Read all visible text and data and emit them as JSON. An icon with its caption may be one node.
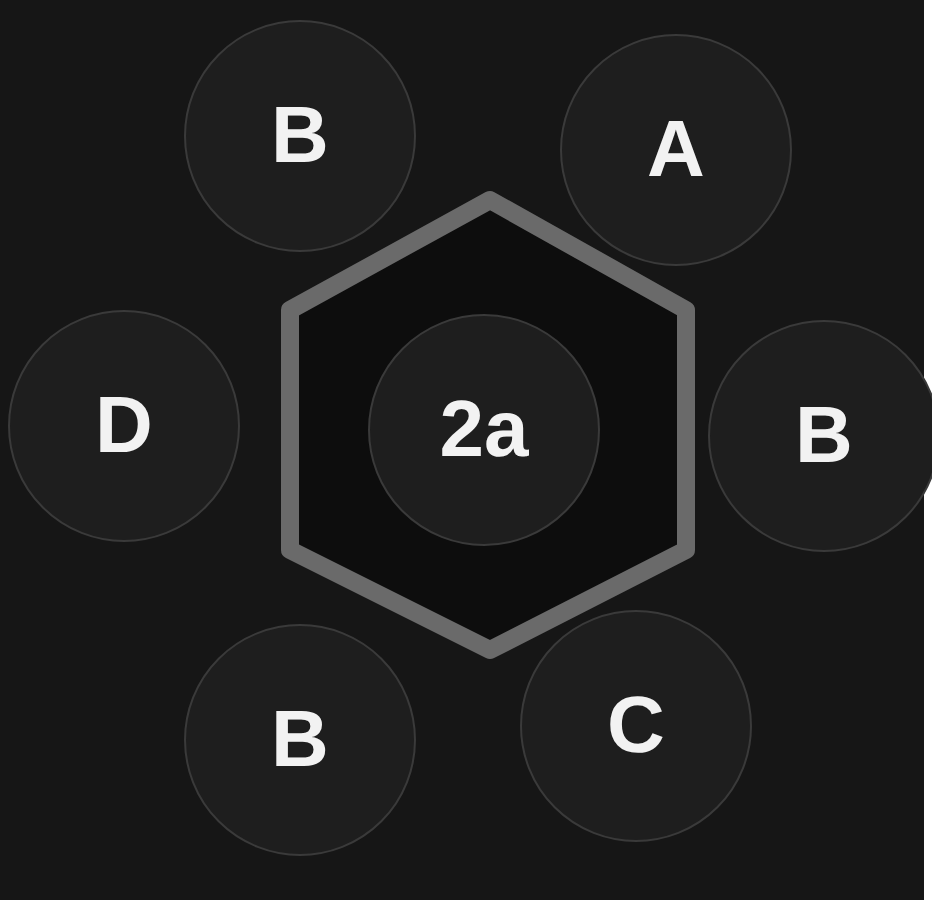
{
  "diagram": {
    "nodes": [
      {
        "text": [
          "B"
        ]
      },
      {
        "text": [
          "A"
        ]
      },
      {
        "text": [
          "D"
        ]
      },
      {
        "text": [
          "2a"
        ]
      },
      {
        "text": [
          "B"
        ]
      },
      {
        "text": [
          "B"
        ]
      },
      {
        "text": [
          "C"
        ]
      }
    ],
    "edges": []
  }
}
